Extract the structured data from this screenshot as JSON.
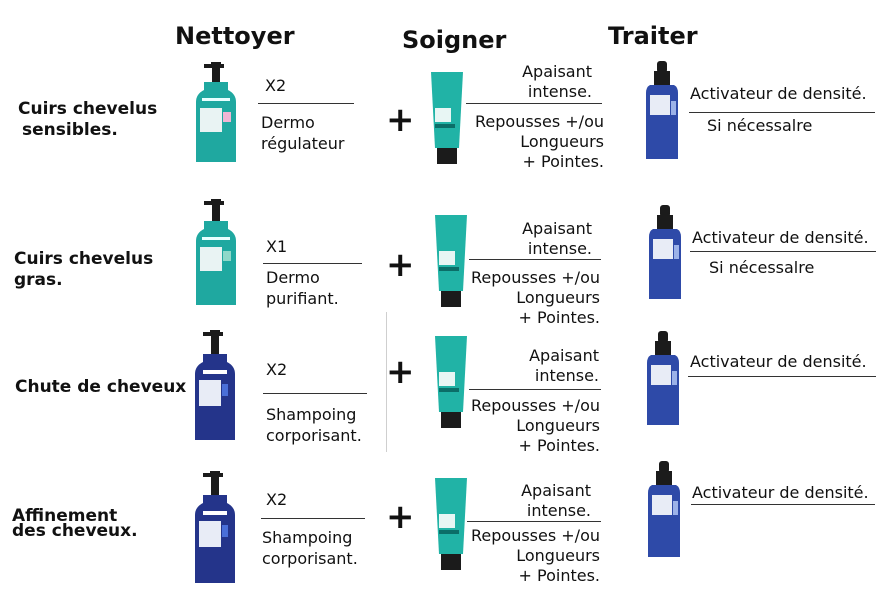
{
  "headers": {
    "nettoyer": "Nettoyer",
    "soigner": "Soigner",
    "traiter": "Traiter"
  },
  "plus": "+",
  "rows": [
    {
      "condition": [
        "Cuirs chevelus",
        "sensibles."
      ],
      "count": "X2",
      "shampoo": [
        "Dermo",
        "régulateur"
      ],
      "shampoo_color": "teal",
      "care_top": [
        "Apaisant",
        "intense."
      ],
      "care_bottom": [
        "Repousses +/ou",
        "Longueurs",
        "+ Pointes."
      ],
      "treat_top": "Activateur de densité.",
      "treat_bottom": "Si nécessalre"
    },
    {
      "condition": [
        "Cuirs chevelus",
        "gras."
      ],
      "count": "X1",
      "shampoo": [
        "Dermo",
        "purifiant."
      ],
      "shampoo_color": "teal",
      "care_top": [
        "Apaisant",
        "intense."
      ],
      "care_bottom": [
        "Repousses +/ou",
        "Longueurs",
        "+ Pointes."
      ],
      "treat_top": "Activateur de densité.",
      "treat_bottom": "Si nécessalre"
    },
    {
      "condition": [
        "Chute de cheveux"
      ],
      "count": "X2",
      "shampoo": [
        "Shampoing",
        "corporisant."
      ],
      "shampoo_color": "blue",
      "care_top": [
        "Apaisant",
        "intense."
      ],
      "care_bottom": [
        "Repousses +/ou",
        "Longueurs",
        "+ Pointes."
      ],
      "treat_top": "Activateur de densité.",
      "treat_bottom": ""
    },
    {
      "condition": [
        "Affinement",
        "des cheveux."
      ],
      "count": "X2",
      "shampoo": [
        "Shampoing",
        "corporisant."
      ],
      "shampoo_color": "blue",
      "care_top": [
        "Apaisant",
        "intense."
      ],
      "care_bottom": [
        "Repousses +/ou",
        "Longueurs",
        "+ Pointes."
      ],
      "treat_top": "Activateur de densité.",
      "treat_bottom": ""
    }
  ],
  "colors": {
    "teal": "#1fa8a0",
    "blue": "#24348a",
    "teal_tube": "#21b3a6",
    "dropper_blue": "#2e4aa8"
  }
}
